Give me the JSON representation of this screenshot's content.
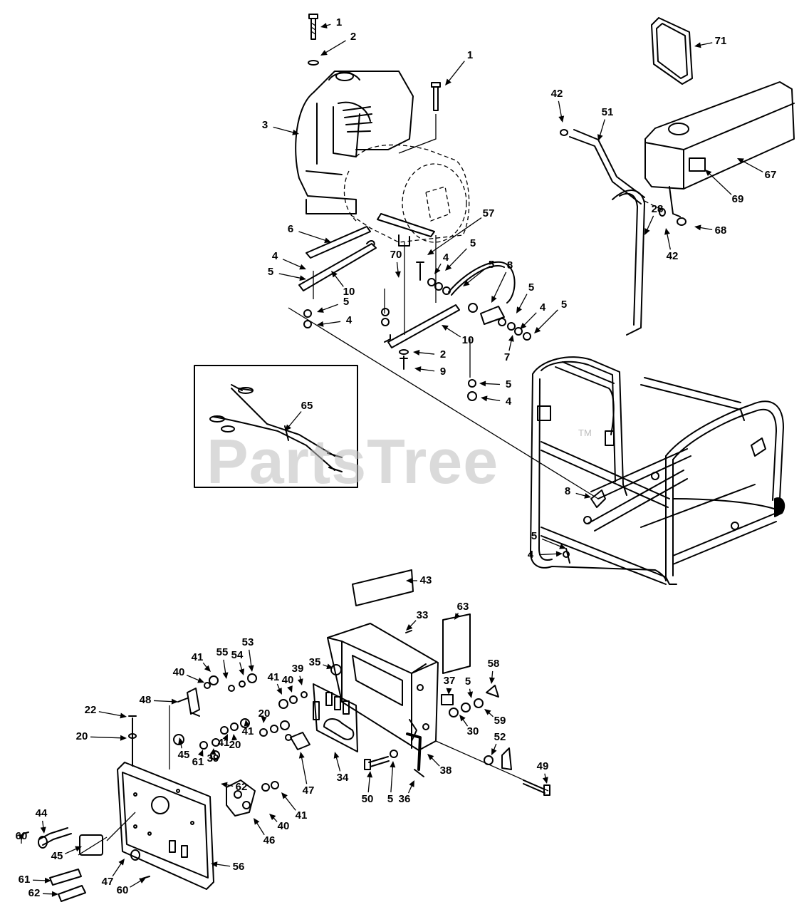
{
  "watermark": {
    "text": "PartsTree",
    "tm": "TM"
  },
  "callouts": [
    {
      "label": "1"
    },
    {
      "label": "2"
    },
    {
      "label": "1"
    },
    {
      "label": "71"
    },
    {
      "label": "42"
    },
    {
      "label": "51"
    },
    {
      "label": "3"
    },
    {
      "label": "67"
    },
    {
      "label": "69"
    },
    {
      "label": "68"
    },
    {
      "label": "42"
    },
    {
      "label": "57"
    },
    {
      "label": "6"
    },
    {
      "label": "70"
    },
    {
      "label": "5"
    },
    {
      "label": "4"
    },
    {
      "label": "5"
    },
    {
      "label": "8"
    },
    {
      "label": "4"
    },
    {
      "label": "5"
    },
    {
      "label": "10"
    },
    {
      "label": "5"
    },
    {
      "label": "5"
    },
    {
      "label": "4"
    },
    {
      "label": "5"
    },
    {
      "label": "4"
    },
    {
      "label": "10"
    },
    {
      "label": "7"
    },
    {
      "label": "2"
    },
    {
      "label": "9"
    },
    {
      "label": "5"
    },
    {
      "label": "4"
    },
    {
      "label": "28"
    },
    {
      "label": "65"
    },
    {
      "label": "8"
    },
    {
      "label": "5"
    },
    {
      "label": "4"
    },
    {
      "label": "43"
    },
    {
      "label": "33"
    },
    {
      "label": "63"
    },
    {
      "label": "53"
    },
    {
      "label": "41"
    },
    {
      "label": "55"
    },
    {
      "label": "54"
    },
    {
      "label": "40"
    },
    {
      "label": "35"
    },
    {
      "label": "41"
    },
    {
      "label": "40"
    },
    {
      "label": "39"
    },
    {
      "label": "37"
    },
    {
      "label": "5"
    },
    {
      "label": "58"
    },
    {
      "label": "48"
    },
    {
      "label": "22"
    },
    {
      "label": "20"
    },
    {
      "label": "59"
    },
    {
      "label": "30"
    },
    {
      "label": "20"
    },
    {
      "label": "41"
    },
    {
      "label": "52"
    },
    {
      "label": "45"
    },
    {
      "label": "61"
    },
    {
      "label": "39"
    },
    {
      "label": "41"
    },
    {
      "label": "20"
    },
    {
      "label": "62"
    },
    {
      "label": "47"
    },
    {
      "label": "34"
    },
    {
      "label": "38"
    },
    {
      "label": "49"
    },
    {
      "label": "50"
    },
    {
      "label": "5"
    },
    {
      "label": "36"
    },
    {
      "label": "44"
    },
    {
      "label": "41"
    },
    {
      "label": "40"
    },
    {
      "label": "46"
    },
    {
      "label": "60"
    },
    {
      "label": "45"
    },
    {
      "label": "56"
    },
    {
      "label": "61"
    },
    {
      "label": "47"
    },
    {
      "label": "62"
    },
    {
      "label": "60"
    }
  ]
}
